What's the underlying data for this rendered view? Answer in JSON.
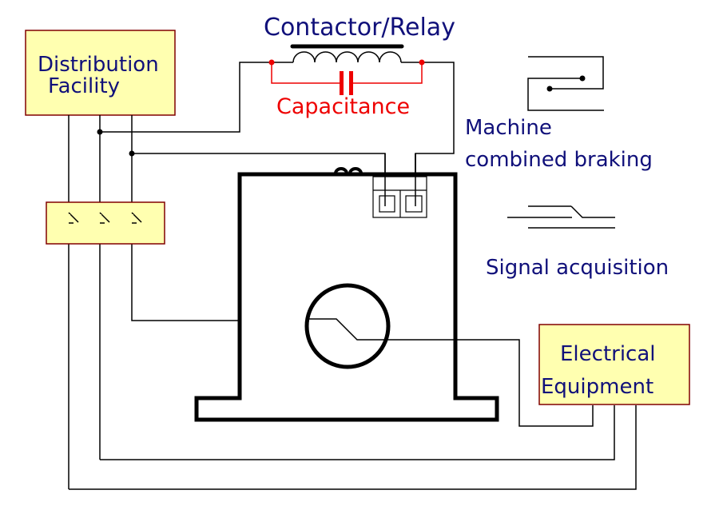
{
  "diagram": {
    "title": "Contactor/Relay",
    "capacitance_label": "Capacitance",
    "distribution_facility": {
      "line1": "Distribution",
      "line2": "Facility"
    },
    "electrical_equipment": {
      "line1": "Electrical",
      "line2": "Equipment"
    },
    "machine_braking": {
      "line1": "Machine",
      "line2": "combined braking"
    },
    "signal_acquisition": "Signal acquisition",
    "colors": {
      "text_primary": "#10107a",
      "text_capacitance": "#ee0000",
      "box_fill": "#ffffb0",
      "box_border": "#800000",
      "wire": "#000000",
      "capacitor_branch": "#ee0000"
    }
  }
}
